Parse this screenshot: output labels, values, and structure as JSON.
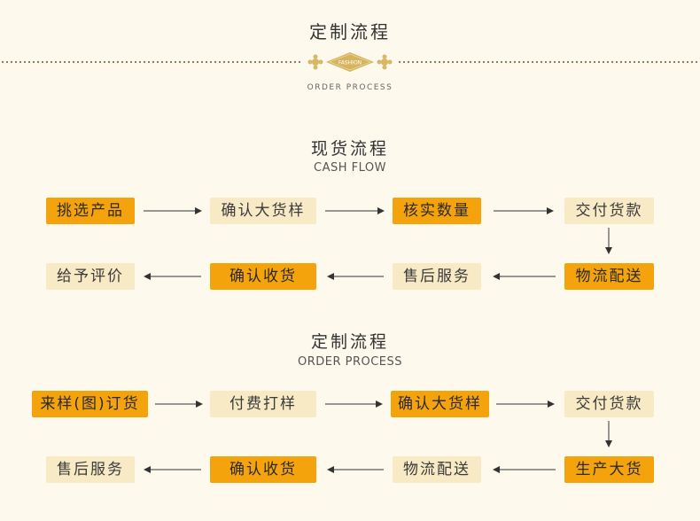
{
  "header": {
    "title": "定制流程",
    "badge": "FASHION",
    "subtitle": "ORDER PROCESS"
  },
  "cash_flow": {
    "title": "现货流程",
    "subtitle": "CASH FLOW",
    "row1": [
      "挑选产品",
      "确认大货样",
      "核实数量",
      "交付货款"
    ],
    "row2": [
      "给予评价",
      "确认收货",
      "售后服务",
      "物流配送"
    ]
  },
  "order_process": {
    "title": "定制流程",
    "subtitle": "ORDER PROCESS",
    "row1": [
      "来样(图)订货",
      "付费打样",
      "确认大货样",
      "交付货款"
    ],
    "row2": [
      "售后服务",
      "确认收货",
      "物流配送",
      "生产大货"
    ]
  },
  "colors": {
    "highlight": "#f4a30c",
    "plain": "#f8eac5",
    "background": "#fdf9ed"
  }
}
